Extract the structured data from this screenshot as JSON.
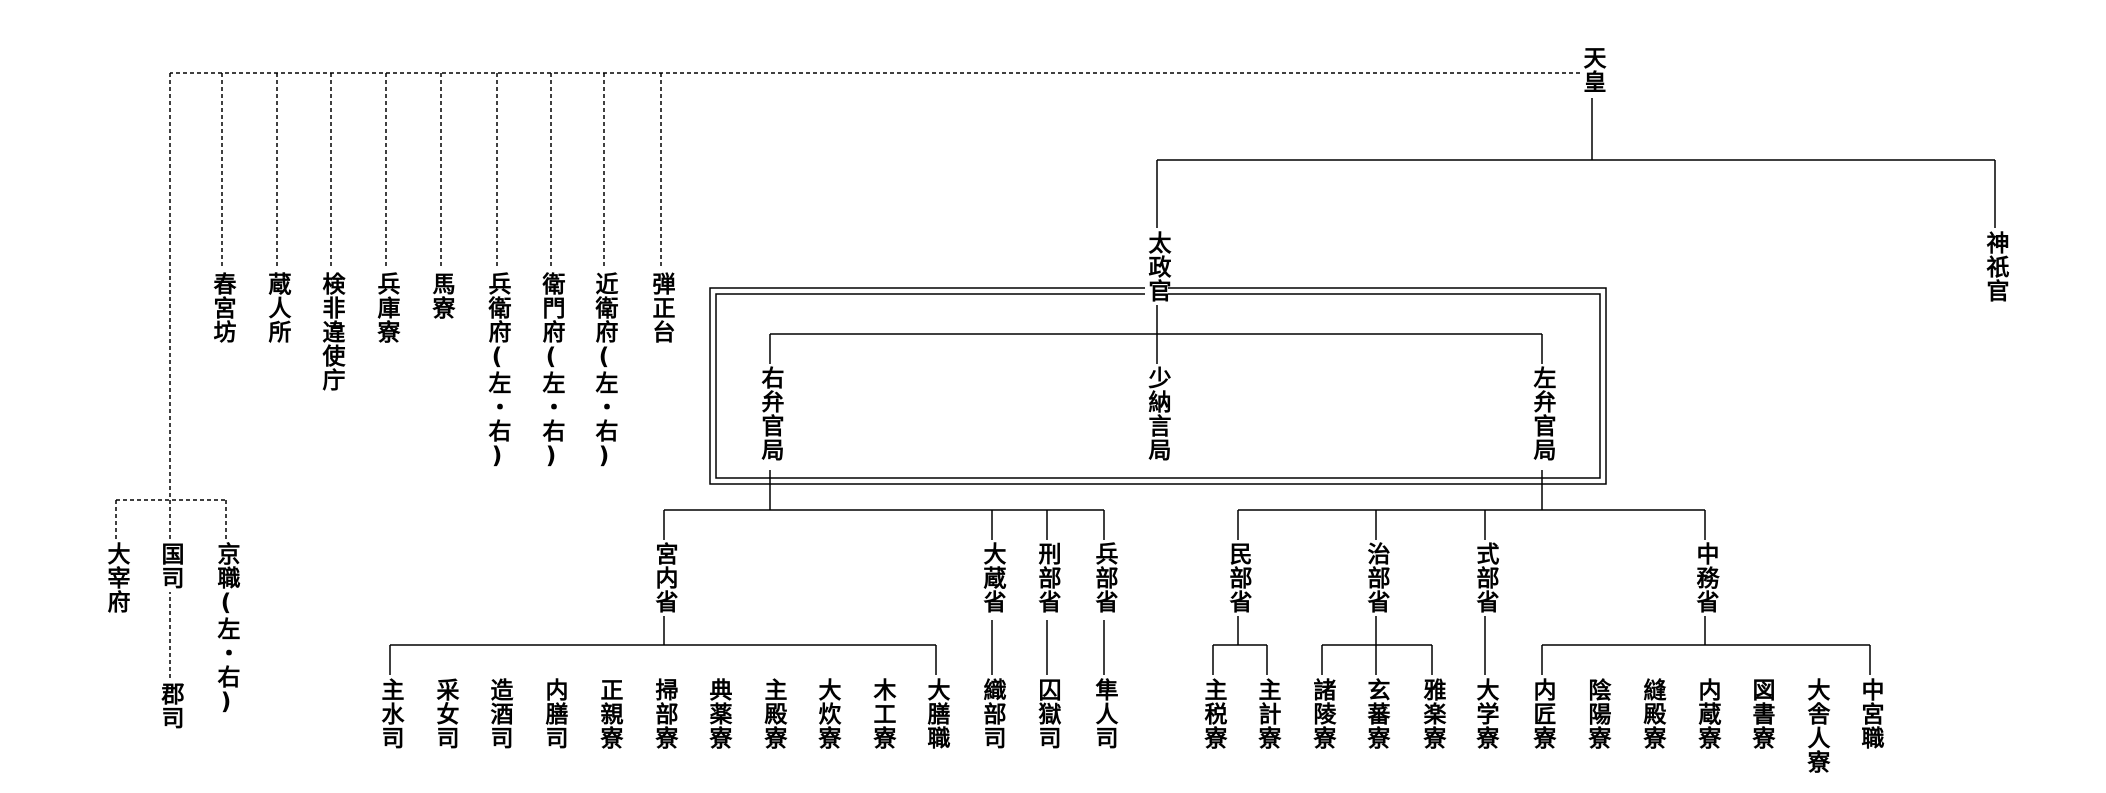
{
  "colors": {
    "line": "#000000",
    "text": "#000000",
    "background": "#ffffff"
  },
  "nodes": {
    "emperor": "天皇",
    "daijokan": "太政官",
    "jingikan": "神祇官",
    "ubenkan": "右弁官局",
    "shonagon": "少納言局",
    "sabenkan": "左弁官局",
    "togubo": "春宮坊",
    "kurodo": "蔵人所",
    "kebiishi": "検非違使庁",
    "hyogo": "兵庫寮",
    "meryo": "馬寮",
    "hyoefu": "兵衛府(左・右)",
    "emonfu": "衛門府(左・右)",
    "konoefu": "近衛府(左・右)",
    "danjodai": "弾正台",
    "dazaifu": "大宰府",
    "kokushi": "国司",
    "gunji": "郡司",
    "kyoshiki": "京職(左・右)",
    "kunaisho": "宮内省",
    "okurasho": "大蔵省",
    "gyobusho": "刑部省",
    "hyobusho": "兵部省",
    "minbusho": "民部省",
    "jibusho": "治部省",
    "shikibusho": "式部省",
    "nakatsukasa": "中務省",
    "shusui": "主水司",
    "uneme": "采女司",
    "zoshu": "造酒司",
    "naizen": "内膳司",
    "seishin": "正親寮",
    "kamon": "掃部寮",
    "tenyaku": "典薬寮",
    "tonomo": "主殿寮",
    "oi": "大炊寮",
    "moku": "木工寮",
    "daizen": "大膳職",
    "oribe": "織部司",
    "goku": "囚獄司",
    "hayato": "隼人司",
    "shuzei": "主税寮",
    "shukei": "主計寮",
    "shoryo": "諸陵寮",
    "genba": "玄蕃寮",
    "gagaku": "雅楽寮",
    "daigaku": "大学寮",
    "takumi": "内匠寮",
    "onmyo": "陰陽寮",
    "nuidono": "縫殿寮",
    "kura": "内蔵寮",
    "zusho": "図書寮",
    "otoneri": "大舎人寮",
    "chugu": "中宮職"
  }
}
